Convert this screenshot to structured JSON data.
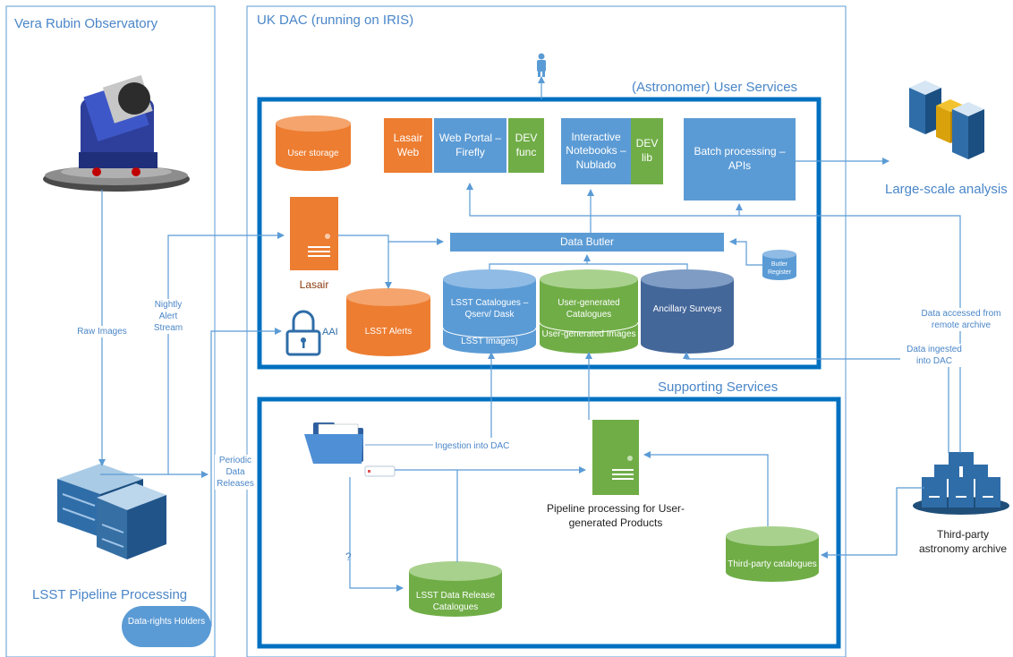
{
  "regions": {
    "vera_rubin": "Vera Rubin Observatory",
    "uk_dac": "UK DAC (running on IRIS)",
    "user_services": "(Astronomer) User Services",
    "supporting_services": "Supporting Services",
    "lsst_pipeline": "LSST Pipeline Processing"
  },
  "user_services": {
    "user_storage": "User storage",
    "lasair_web": "Lasair Web",
    "web_portal": "Web Portal – Firefly",
    "dev_func": "DEV func",
    "interactive_notebooks": "Interactive Notebooks – Nublado",
    "dev_lib": "DEV lib",
    "batch_processing": "Batch processing – APIs",
    "data_butler": "Data Butler",
    "butler_register": "Butler Register",
    "lasair": "Lasair",
    "lsst_alerts": "LSST Alerts",
    "lsst_catalogues_top": "LSST Catalogues – Qserv/ Dask",
    "lsst_catalogues_bottom": "LSST Images)",
    "user_generated_catalogues": "User-generated Catalogues",
    "user_generated_images": "User-generated Images",
    "ancillary_surveys": "Ancillary Surveys",
    "aai": "AAI"
  },
  "supporting": {
    "pipeline_processing": "Pipeline processing for User-generated Products",
    "lsst_data_release": "LSST Data Release Catalogues",
    "third_party_catalogues": "Third-party catalogues",
    "question_mark": "?"
  },
  "external": {
    "large_scale_analysis": "Large-scale analysis",
    "third_party_archive": "Third-party astronomy archive",
    "data_rights_holders": "Data-rights Holders"
  },
  "flow_labels": {
    "raw_images": "Raw Images",
    "nightly_alert_stream": "Nightly Alert Stream",
    "periodic_data_releases": "Periodic Data Releases",
    "ingestion_into_dac": "Ingestion into DAC",
    "data_accessed_remote": "Data accessed from remote archive",
    "data_ingested_dac": "Data ingested into DAC"
  },
  "colors": {
    "line": "#5b9bd5",
    "border": "#0070c0",
    "blue": "#5b9bd5",
    "dark_blue": "#44679a",
    "orange": "#ed7d31",
    "green": "#70ad47",
    "title": "#4a86c8"
  }
}
